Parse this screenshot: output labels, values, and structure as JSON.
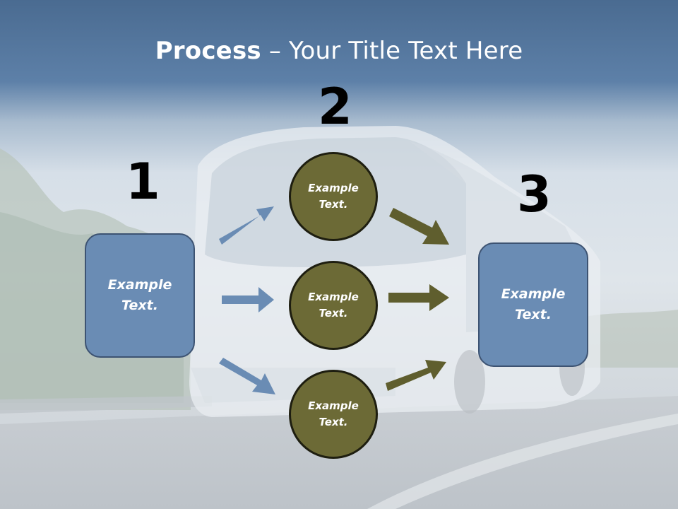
{
  "slide": {
    "title_bold": "Process",
    "title_rest": " – Your Title Text Here",
    "step_numbers": [
      "1",
      "2",
      "3"
    ],
    "left_box": {
      "line1": "Example",
      "line2": "Text."
    },
    "right_box": {
      "line1": "Example",
      "line2": "Text."
    },
    "circles": [
      {
        "line1": "Example",
        "line2": "Text."
      },
      {
        "line1": "Example",
        "line2": "Text."
      },
      {
        "line1": "Example",
        "line2": "Text."
      }
    ]
  },
  "colors": {
    "box_fill": "#6a8cb4",
    "circle_fill": "#6c6a36",
    "blue_arrow": "#6a8cb4",
    "olive_arrow": "#5f5e2e",
    "header_band": "#587ba3"
  }
}
